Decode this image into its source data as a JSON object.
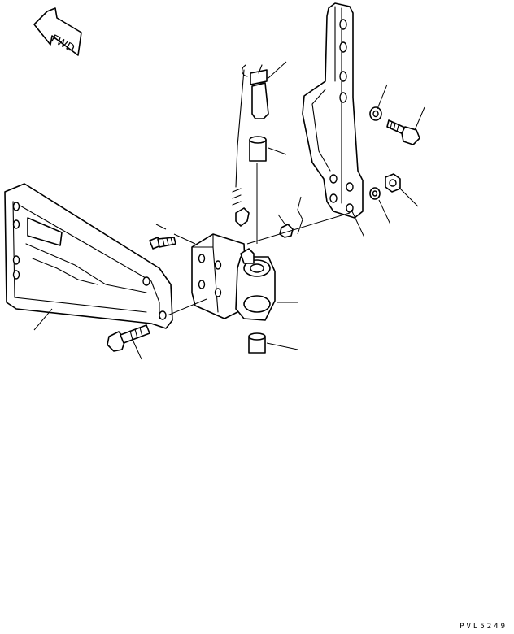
{
  "direction_marker": {
    "label": "FWD"
  },
  "drawing_code": "PVL5249",
  "parts": [
    "left-bracket",
    "mounting-block",
    "hinge-pin",
    "pin-bushing-upper",
    "pin-bushing-lower",
    "swing-arm",
    "washer-upper",
    "bolt-upper-right",
    "washer-lower",
    "nut",
    "bolt-left-small",
    "bolt-left-large",
    "small-nut-center",
    "snap-pin"
  ]
}
